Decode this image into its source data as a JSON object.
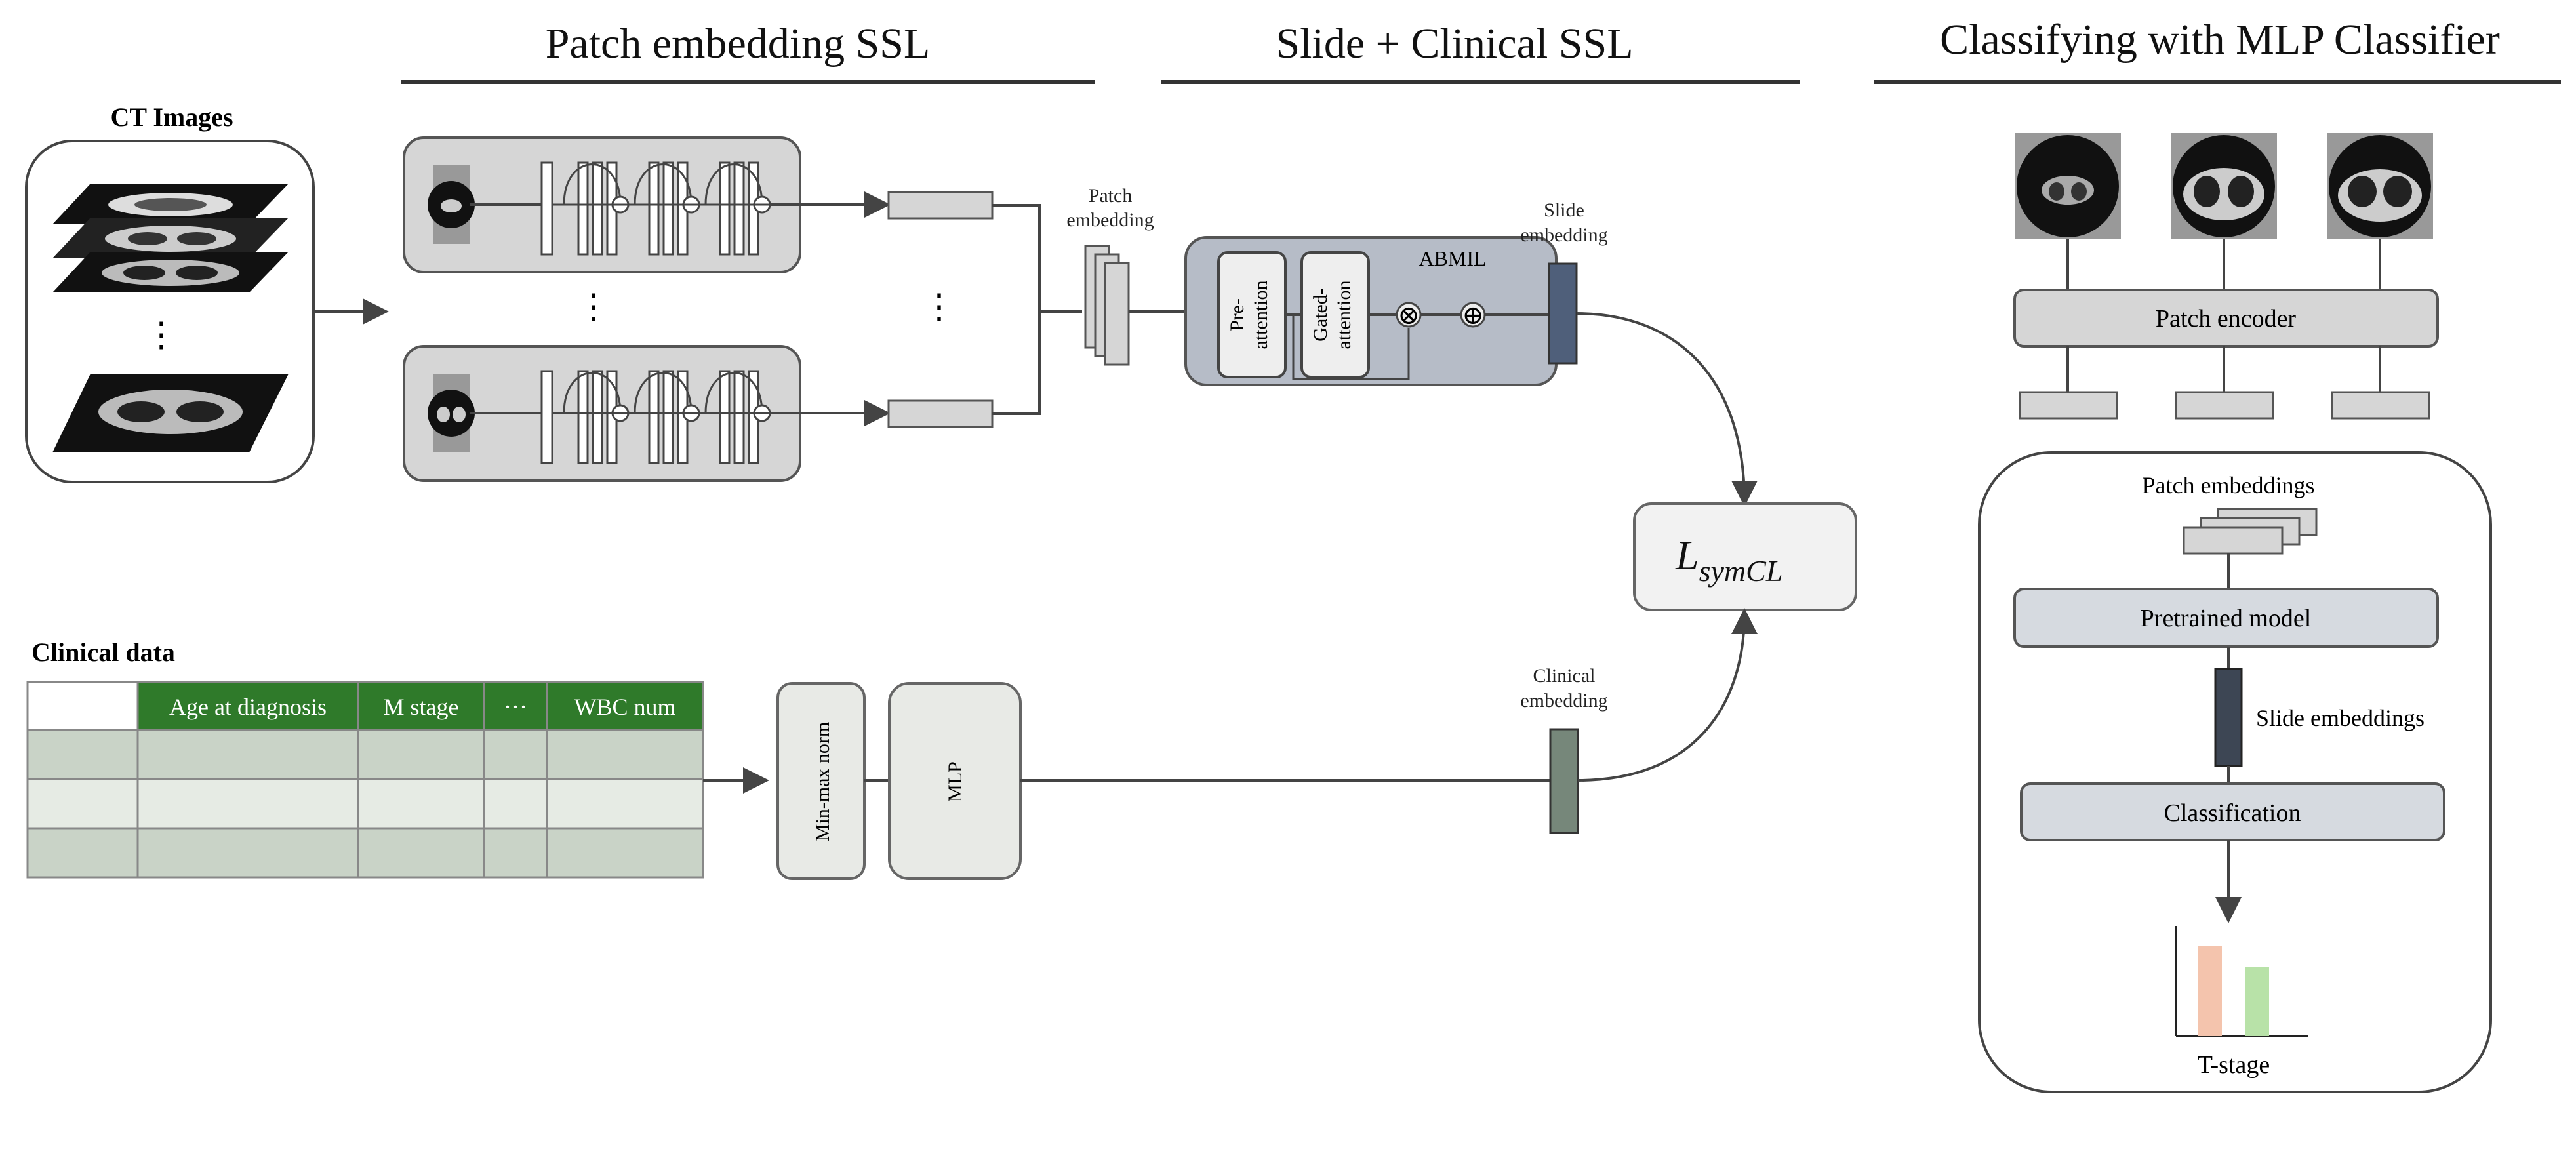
{
  "sections": {
    "patch_ssl": "Patch embedding SSL",
    "slide_clinical_ssl": "Slide + Clinical SSL",
    "classifying": "Classifying with MLP Classifier"
  },
  "ct_images": {
    "title": "CT Images",
    "ellipsis": "⋮"
  },
  "patch_stage": {
    "ellipsis_mid": "⋮",
    "ellipsis_right": "⋮",
    "patch_embedding_label_1": "Patch",
    "patch_embedding_label_2": "embedding"
  },
  "abmil": {
    "title": "ABMIL",
    "pre_attention_1": "Pre-",
    "pre_attention_2": "attention",
    "gated_attention_1": "Gated-",
    "gated_attention_2": "attention",
    "multiply_symbol": "⊗",
    "add_symbol": "⊕"
  },
  "slide_embedding_label_1": "Slide",
  "slide_embedding_label_2": "embedding",
  "loss": {
    "L": "L",
    "sub": "symCL"
  },
  "clinical": {
    "title": "Clinical data",
    "columns": [
      "",
      "Age at diagnosis",
      "M stage",
      "···",
      "WBC num"
    ],
    "row_count": 3,
    "norm_label": "Min-max norm",
    "mlp_label": "MLP",
    "embedding_label_1": "Clinical",
    "embedding_label_2": "embedding"
  },
  "classifier": {
    "patch_encoder": "Patch encoder",
    "patch_embeddings": "Patch embeddings",
    "pretrained_model": "Pretrained model",
    "slide_embeddings": "Slide embeddings",
    "classification": "Classification",
    "output_label": "T-stage"
  },
  "colors": {
    "header_green": "#2f7a2a",
    "row_dark": "#c9d3c7",
    "row_light": "#e6ebe4",
    "slide_embed": "#4f5f7a",
    "clinical_embed": "#76877a",
    "bar_orange": "#f4c4ad",
    "bar_green": "#b8e2a8",
    "box_gray": "#d6d6d6",
    "abmil_fill": "#b6bcc7"
  }
}
